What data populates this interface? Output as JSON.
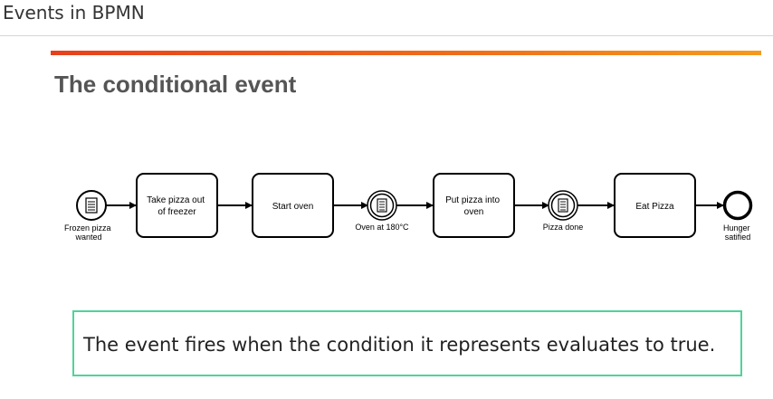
{
  "header": {
    "title": "Events in BPMN"
  },
  "slide": {
    "title": "The conditional event"
  },
  "diagram": {
    "start_event_label": [
      "Frozen pizza",
      "wanted"
    ],
    "task_1_label": [
      "Take pizza out",
      "of freezer"
    ],
    "task_2_label": [
      "Start oven"
    ],
    "intermediate_1_label": [
      "Oven at 180°C"
    ],
    "task_3_label": [
      "Put pizza into",
      "oven"
    ],
    "intermediate_2_label": [
      "Pizza done"
    ],
    "task_4_label": [
      "Eat Pizza"
    ],
    "end_event_label": [
      "Hunger",
      "satified"
    ]
  },
  "callout": {
    "text": "The event fires when the condition it represents evaluates to true."
  },
  "colors": {
    "accent_start": "#e8401c",
    "accent_end": "#f59a1c",
    "callout_border": "#4fd39a"
  }
}
